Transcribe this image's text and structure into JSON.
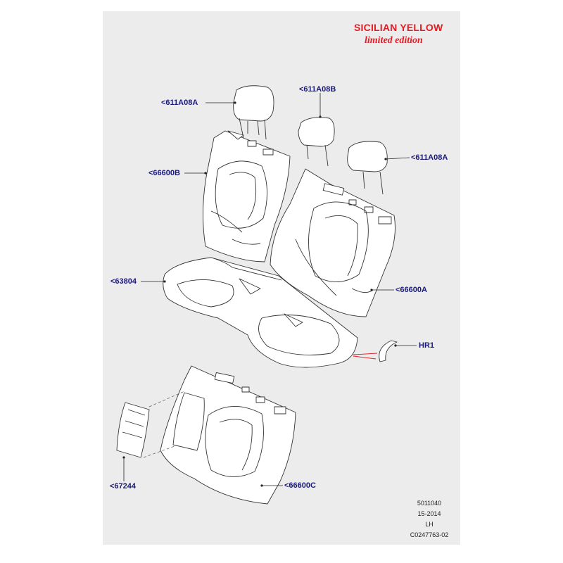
{
  "title": {
    "line1": "SICILIAN YELLOW",
    "line2": "limited edition",
    "color": "#e31c23"
  },
  "callouts": {
    "headrest_left": "<611A08A",
    "headrest_center": "<611A08B",
    "headrest_right": "<611A08A",
    "backrest_left_cover": "<66600B",
    "cushion_cover": "<63804",
    "backrest_right_cover": "<66600A",
    "hook_ring": "HR1",
    "armrest": "<67244",
    "backrest_center_cover": "<66600C",
    "callout_color": "#1a1a7a"
  },
  "reference": {
    "line1": "5011040",
    "line2": "15-2014",
    "line3": "LH",
    "line4": "C0247763-02"
  }
}
